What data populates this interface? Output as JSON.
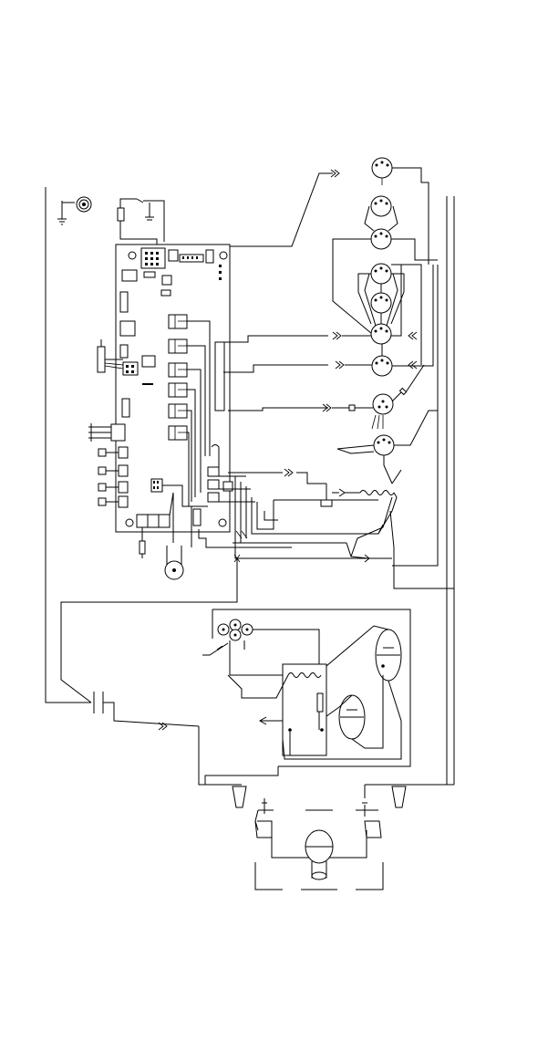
{
  "diagram": {
    "type": "wiring-schematic",
    "orientation": "rotated-90",
    "labels": [],
    "components": [
      "ground-symbol",
      "ground-lug",
      "fuse",
      "main-control-board",
      "relay-bank",
      "terminal-blocks",
      "sensor-connector",
      "temperature-probe",
      "pump-motor-1",
      "pump-motor-2",
      "blower",
      "ozonator",
      "light",
      "heater-element",
      "wire-connectors",
      "power-switch",
      "transformer",
      "heater-contactor",
      "terminal-strip",
      "power-lugs",
      "main-pump"
    ],
    "colors": {
      "line": "#000000",
      "background": "#ffffff"
    }
  }
}
